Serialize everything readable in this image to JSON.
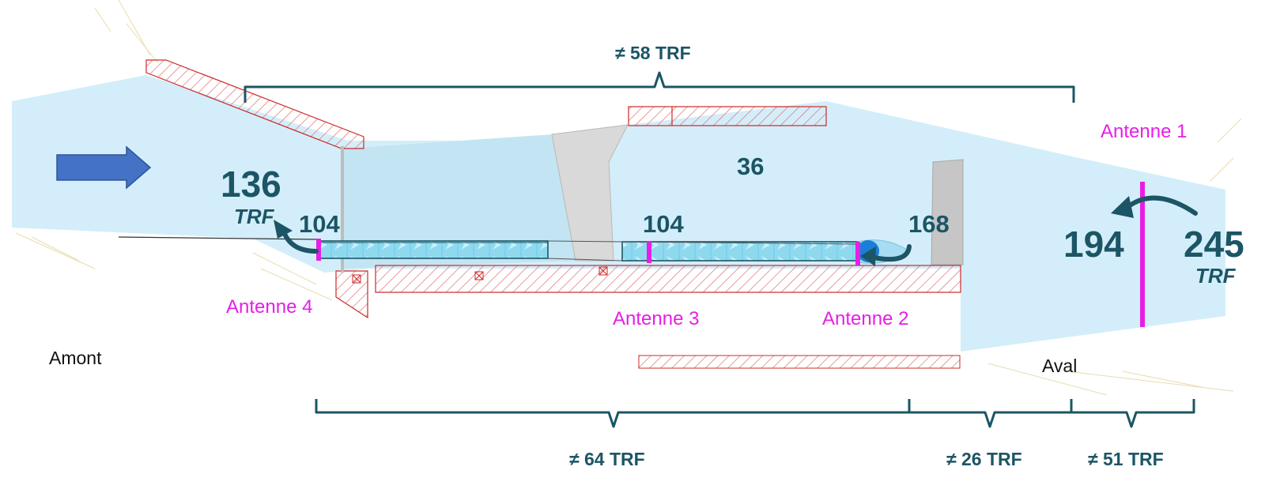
{
  "diagram": {
    "upstream_label": "Amont",
    "downstream_label": "Aval",
    "antennas": [
      {
        "name": "Antenne 1"
      },
      {
        "name": "Antenne 2"
      },
      {
        "name": "Antenne 3"
      },
      {
        "name": "Antenne 4"
      }
    ],
    "counts": {
      "upstream": {
        "value": "136",
        "unit": "TRF"
      },
      "antenna4": "104",
      "antenna3": "104",
      "antenna2": "168",
      "pool": "36",
      "antenna1_upstream_side": "194",
      "downstream": {
        "value": "245",
        "unit": "TRF"
      }
    },
    "brackets": {
      "top": "≠ 58 TRF",
      "bottom_left": "≠ 64 TRF",
      "bottom_middle": "≠ 26 TRF",
      "bottom_right": "≠ 51 TRF"
    },
    "colors": {
      "water": "#d3eefa",
      "channel": "#c7e6f4",
      "wall_hatch": "#e06060",
      "antenna": "#e61ee6",
      "label_teal": "#1c5565",
      "flow_arrow": "#4472c4",
      "concrete": "#d9d9d9"
    }
  }
}
